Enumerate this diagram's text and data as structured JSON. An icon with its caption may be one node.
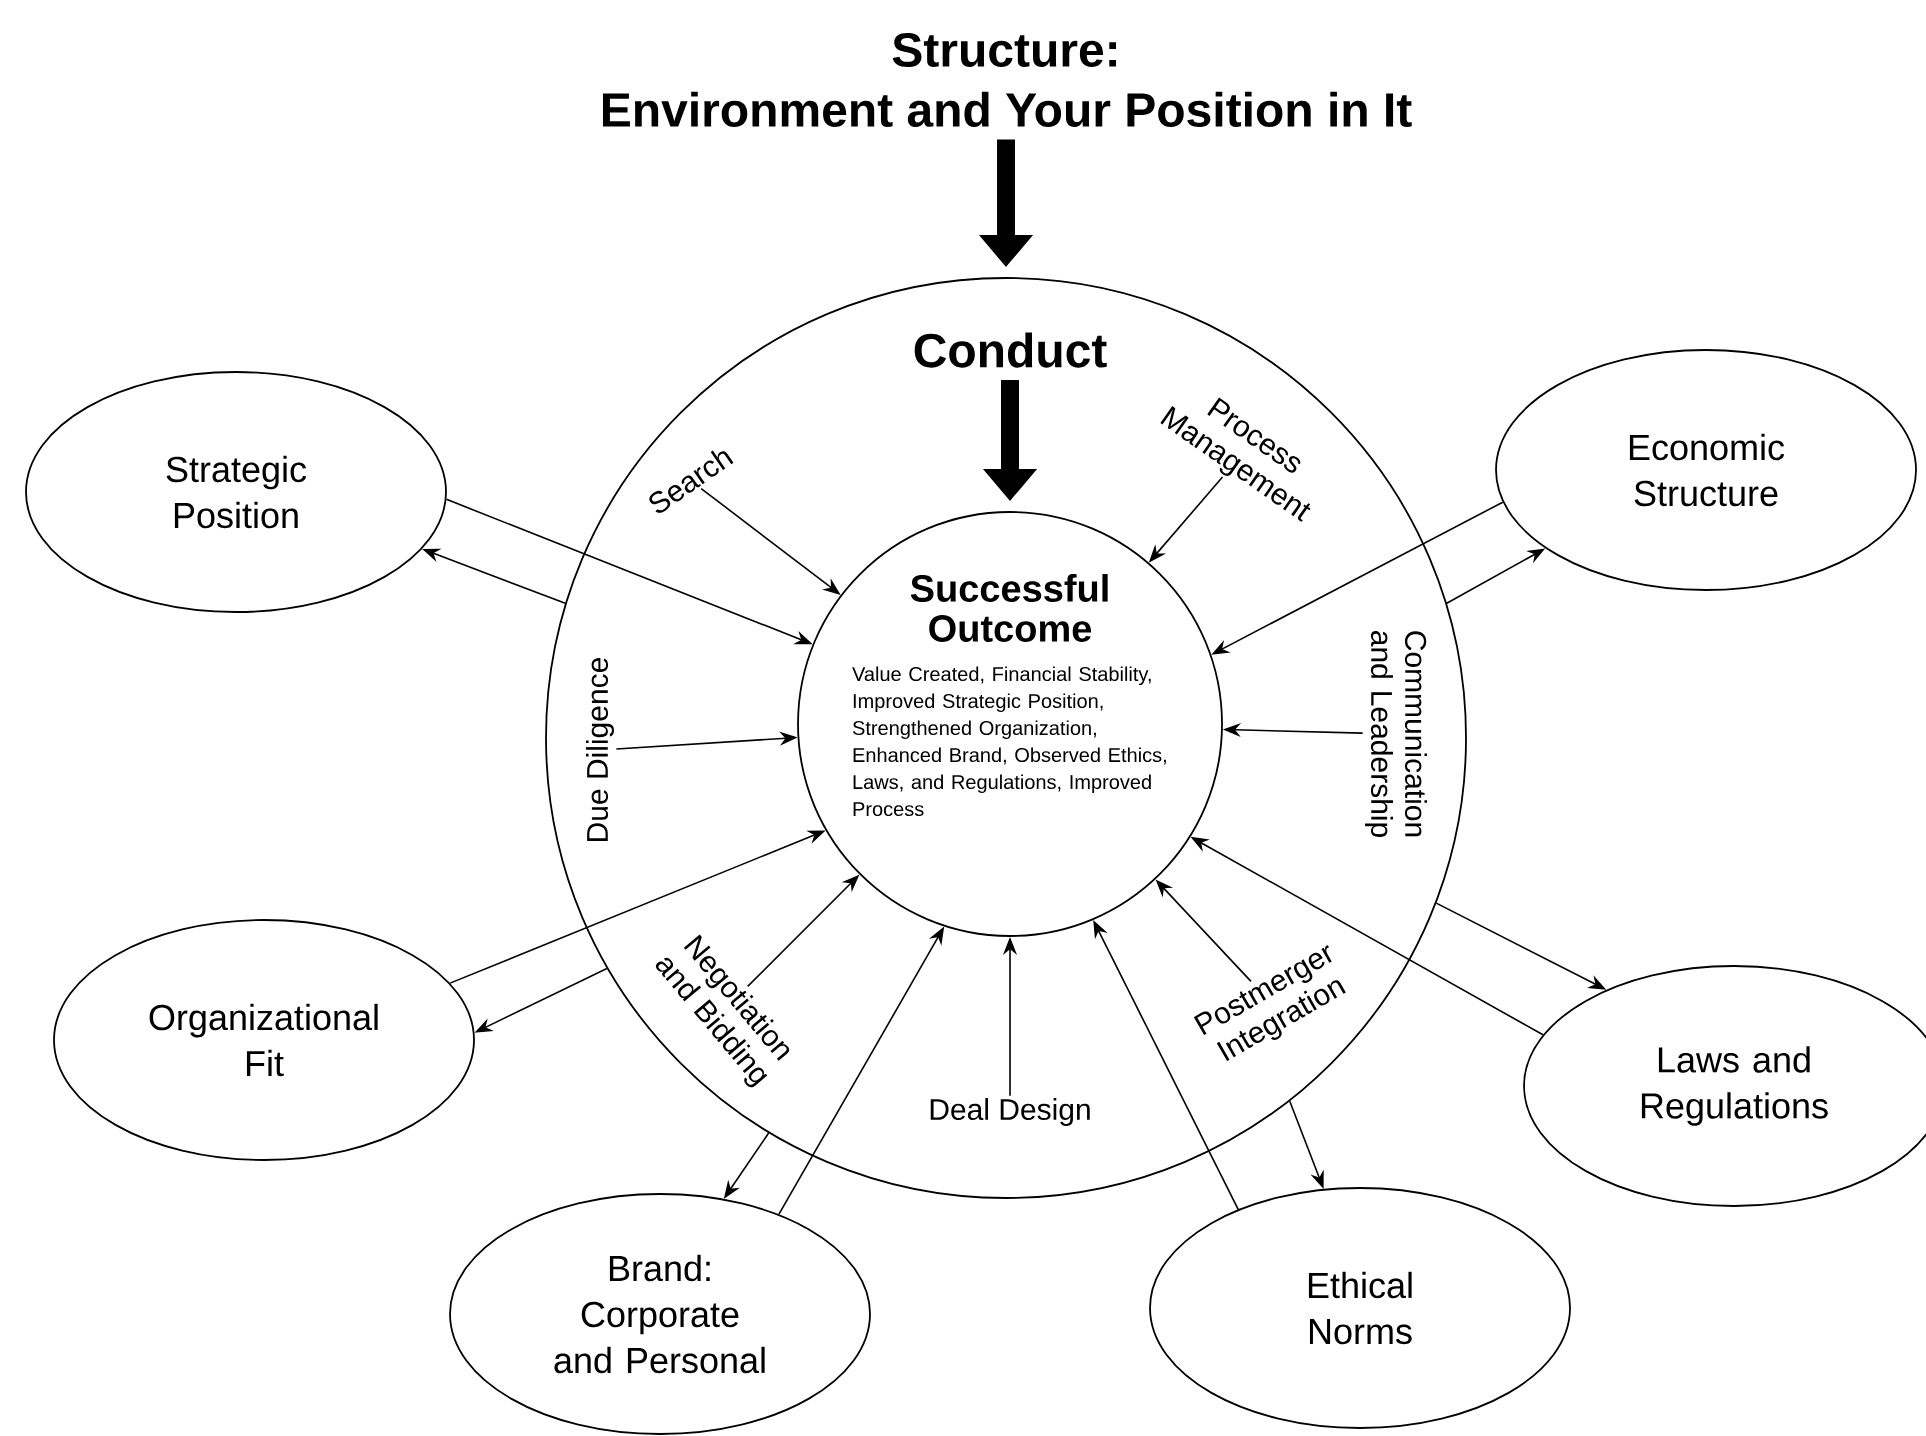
{
  "diagram": {
    "nodes": [
      {
        "text": [
          "Structure:",
          "Environment and Your Position in It"
        ]
      },
      {
        "text": [
          "Conduct"
        ]
      },
      {
        "text": [
          "Successful Outcome",
          "Value Created, Financial Stability, Improved Strategic Position, Strengthened Organization, Enhanced Brand, Observed Ethics, Laws, and Regulations, Improved Process"
        ],
        "in": 1
      },
      {
        "text": [
          "Search"
        ],
        "in": 1
      },
      {
        "text": [
          "Process Management"
        ],
        "in": 1
      },
      {
        "text": [
          "Communication and Leadership"
        ],
        "in": 1
      },
      {
        "text": [
          "Postmerger Integration"
        ],
        "in": 1
      },
      {
        "text": [
          "Deal Design"
        ],
        "in": 1
      },
      {
        "text": [
          "Negotiation and Bidding"
        ],
        "in": 1
      },
      {
        "text": [
          "Due Diligence"
        ],
        "in": 1
      },
      {
        "text": [
          "Strategic Position"
        ]
      },
      {
        "text": [
          "Economic Structure"
        ]
      },
      {
        "text": [
          "Organizational Fit"
        ]
      },
      {
        "text": [
          "Laws and Regulations"
        ]
      },
      {
        "text": [
          "Brand: Corporate and Personal"
        ]
      },
      {
        "text": [
          "Ethical Norms"
        ]
      }
    ],
    "edges": [
      {
        "from": 0,
        "to": 1,
        "arrow": "to",
        "style": "thick"
      },
      {
        "from": 1,
        "to": 2,
        "arrow": "to",
        "style": "thick"
      },
      {
        "from": 3,
        "to": 2,
        "arrow": "to"
      },
      {
        "from": 4,
        "to": 2,
        "arrow": "to"
      },
      {
        "from": 5,
        "to": 2,
        "arrow": "to"
      },
      {
        "from": 6,
        "to": 2,
        "arrow": "to"
      },
      {
        "from": 7,
        "to": 2,
        "arrow": "to"
      },
      {
        "from": 8,
        "to": 2,
        "arrow": "to"
      },
      {
        "from": 9,
        "to": 2,
        "arrow": "to"
      },
      {
        "from": 10,
        "to": 2,
        "arrow": "to"
      },
      {
        "from": 1,
        "to": 10,
        "arrow": "to"
      },
      {
        "from": 11,
        "to": 2,
        "arrow": "to"
      },
      {
        "from": 1,
        "to": 11,
        "arrow": "to"
      },
      {
        "from": 12,
        "to": 2,
        "arrow": "to"
      },
      {
        "from": 1,
        "to": 12,
        "arrow": "to"
      },
      {
        "from": 13,
        "to": 2,
        "arrow": "to"
      },
      {
        "from": 1,
        "to": 13,
        "arrow": "to"
      },
      {
        "from": 14,
        "to": 2,
        "arrow": "to"
      },
      {
        "from": 1,
        "to": 14,
        "arrow": "to"
      },
      {
        "from": 15,
        "to": 2,
        "arrow": "to"
      },
      {
        "from": 1,
        "to": 15,
        "arrow": "to"
      }
    ]
  }
}
